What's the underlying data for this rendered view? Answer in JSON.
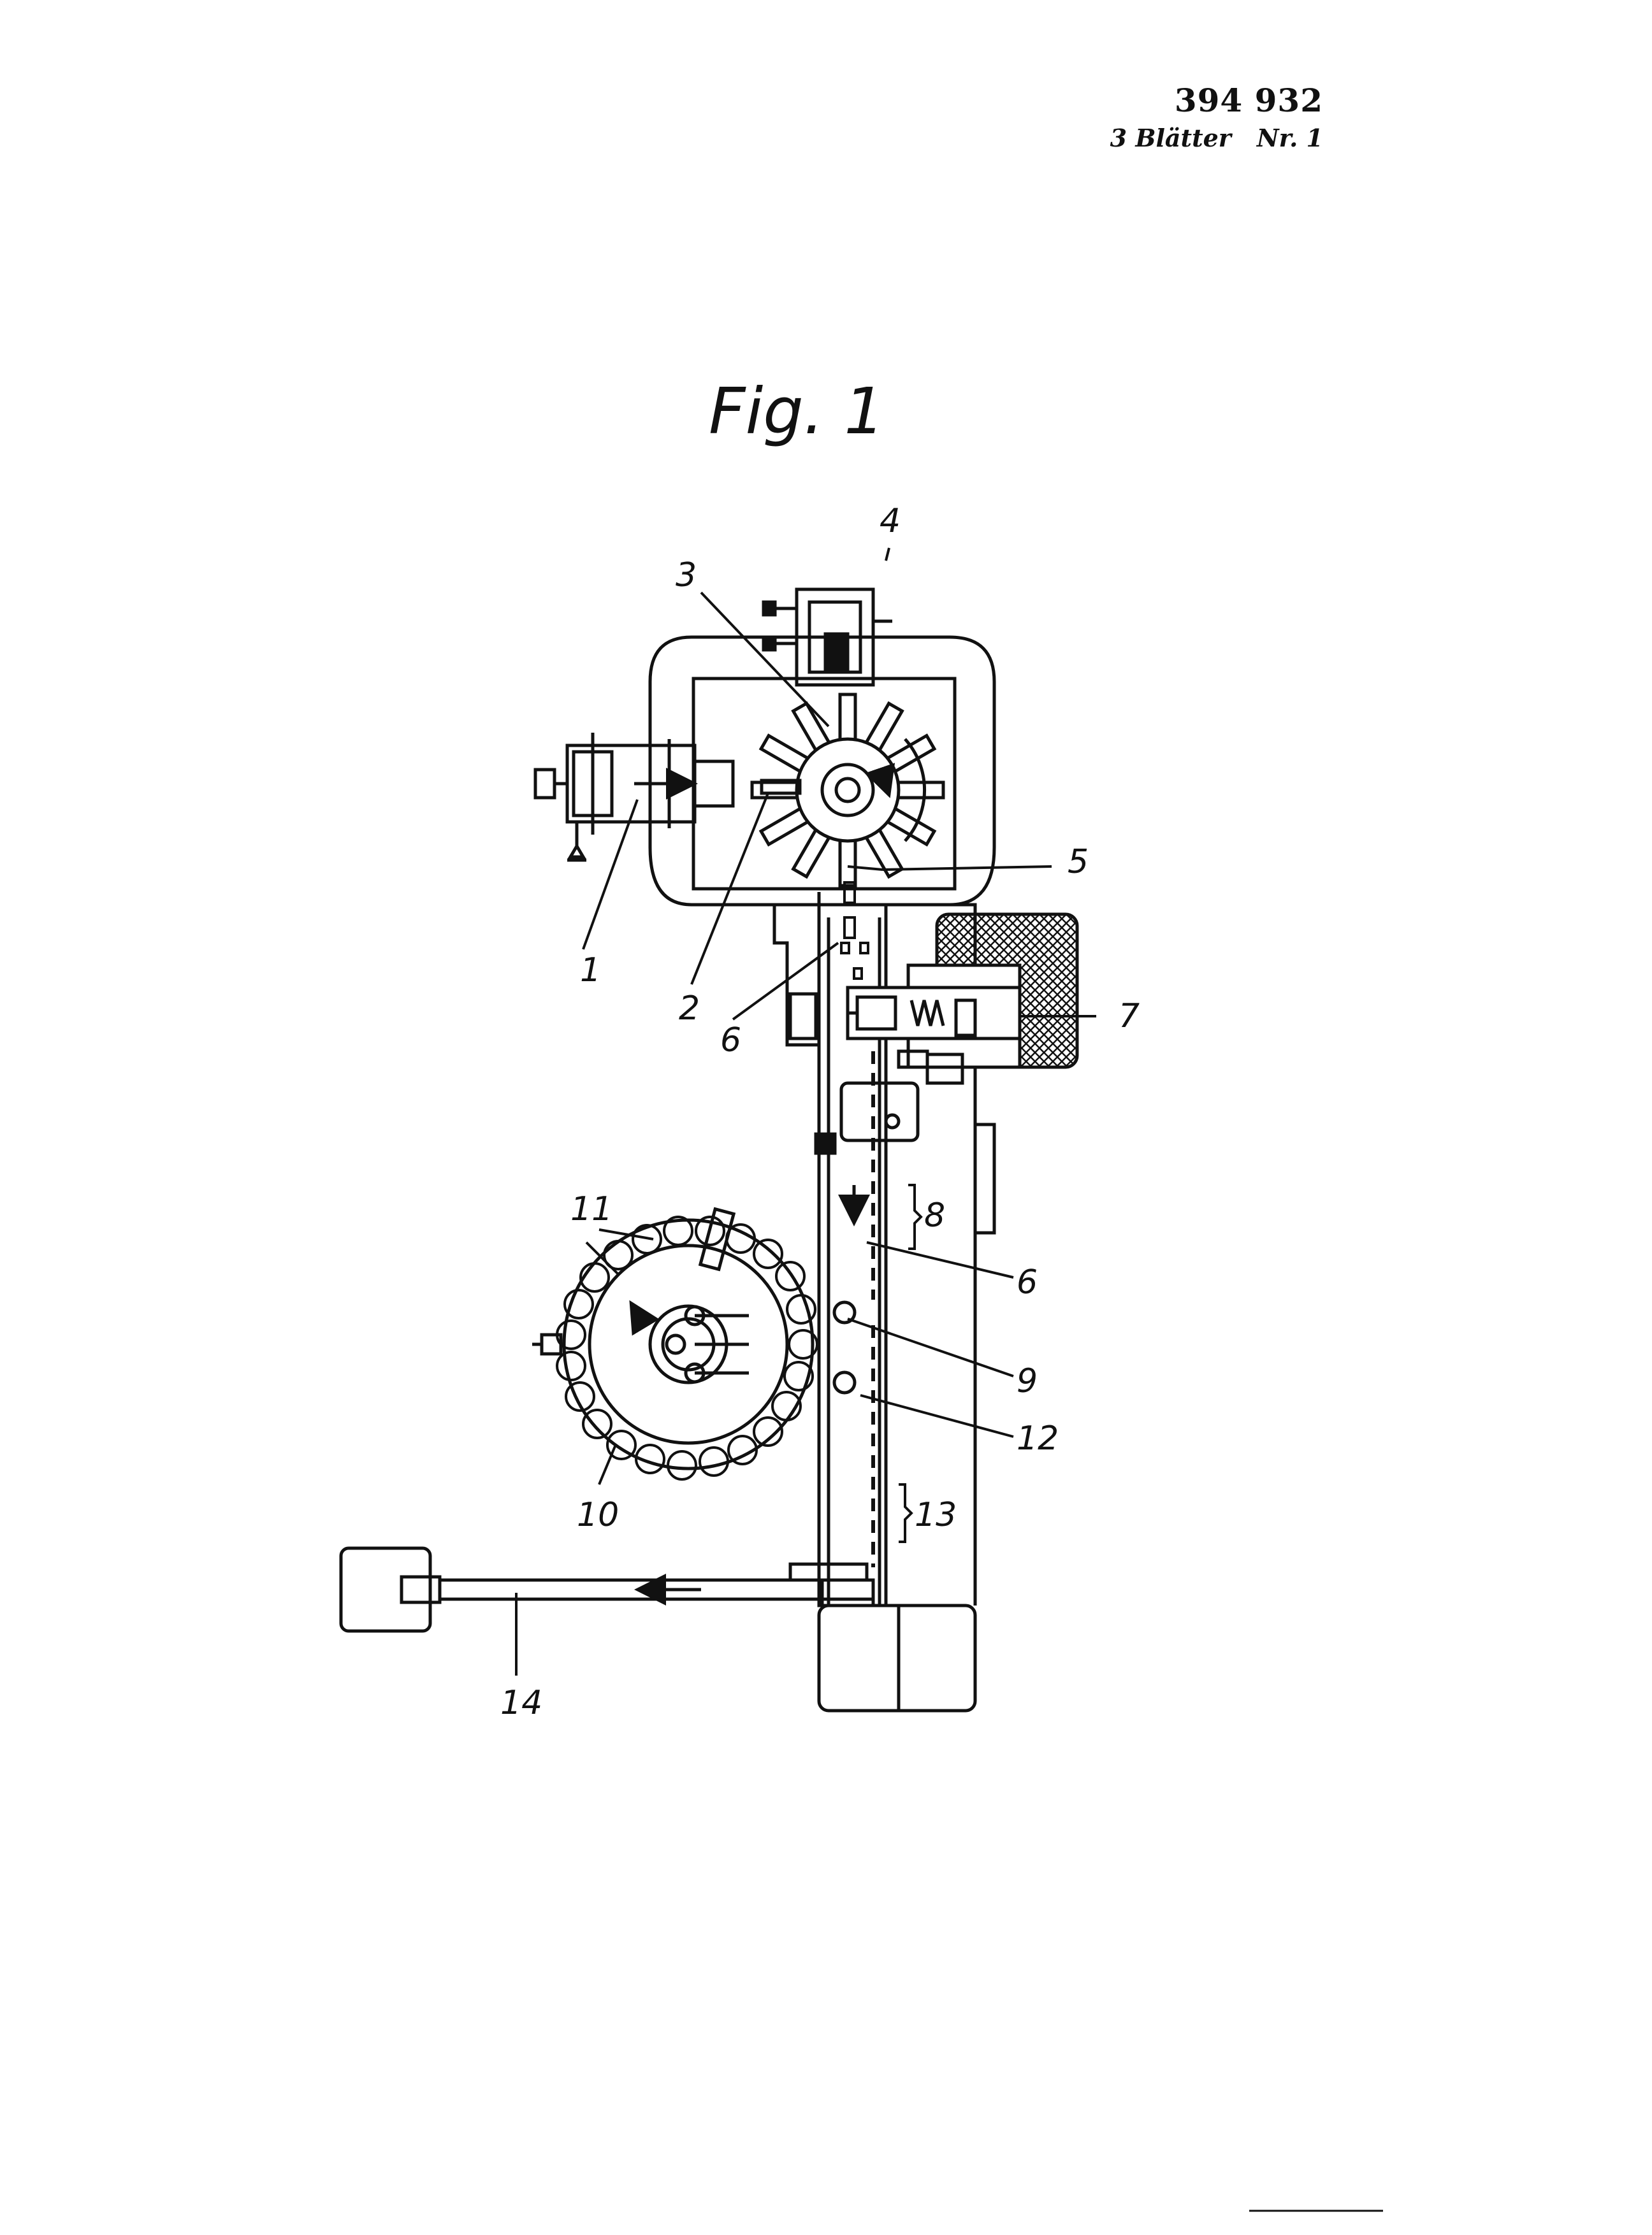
{
  "header": {
    "patent_number": "394 932",
    "sheet_count": "3 Blätter",
    "sheet_number": "Nr. 1"
  },
  "figure": {
    "title": "Fig. 1"
  },
  "callouts": [
    "1",
    "2",
    "3",
    "4",
    "5",
    "6",
    "6",
    "7",
    "8",
    "9",
    "10",
    "11",
    "12",
    "13",
    "14"
  ]
}
